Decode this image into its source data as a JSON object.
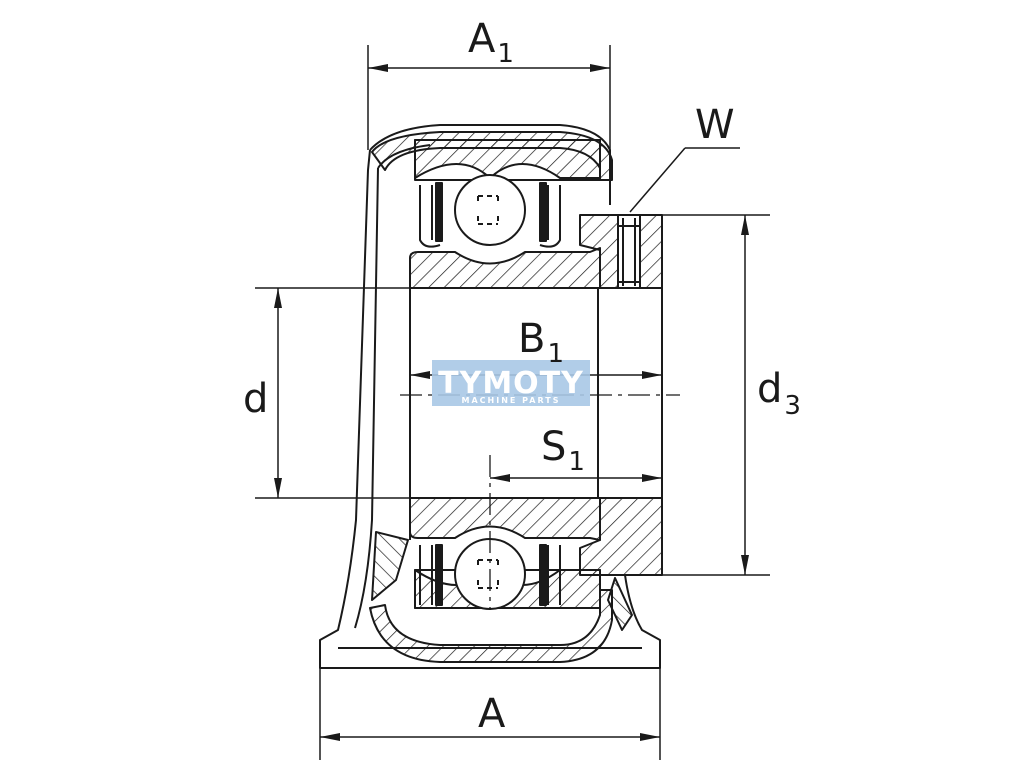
{
  "labels": {
    "A1": {
      "base": "A",
      "sub": "1"
    },
    "W": "W",
    "B1": {
      "base": "B",
      "sub": "1"
    },
    "d": "d",
    "d3": {
      "base": "d",
      "sub": "3"
    },
    "S1": {
      "base": "S",
      "sub": "1"
    },
    "A": "A"
  },
  "watermark": {
    "name": "TYMOTY",
    "tagline": "MACHINE PARTS",
    "color": "#a9c8e6"
  },
  "colors": {
    "line": "#1a1a1a",
    "background": "#ffffff"
  }
}
